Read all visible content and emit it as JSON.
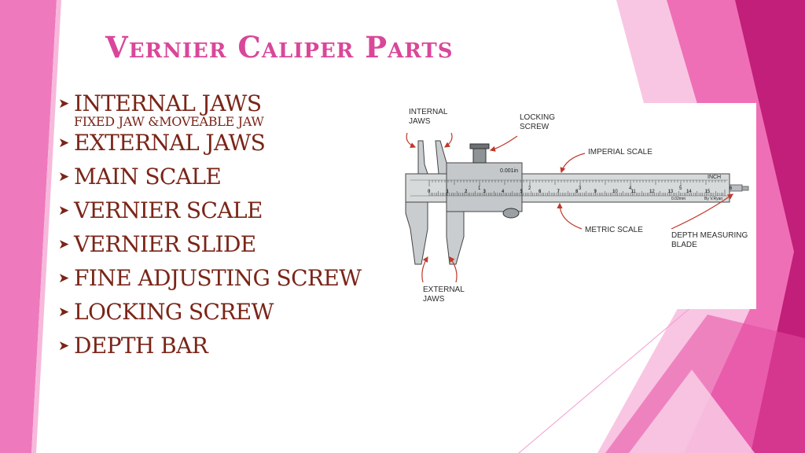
{
  "slide": {
    "title": "Vernier Caliper Parts",
    "bullets": [
      {
        "label": "INTERNAL JAWS",
        "sub": "FIXED JAW &MOVEABLE JAW"
      },
      {
        "label": "EXTERNAL JAWS"
      },
      {
        "label": "MAIN SCALE"
      },
      {
        "label": "VERNIER SCALE"
      },
      {
        "label": "VERNIER SLIDE"
      },
      {
        "label": "FINE ADJUSTING SCREW"
      },
      {
        "label": "LOCKING SCREW"
      },
      {
        "label": "DEPTH BAR"
      }
    ]
  },
  "diagram": {
    "labels": {
      "internal_jaws": "INTERNAL JAWS",
      "locking_screw": "LOCKING SCREW",
      "imperial_scale": "IMPERIAL SCALE",
      "metric_scale": "METRIC SCALE",
      "depth_blade": "DEPTH MEASURING BLADE",
      "external_jaws": "EXTERNAL JAWS",
      "inch_unit": "INCH",
      "vernier_reading": "0.001in",
      "metric_precision": "0.02mm",
      "credit": "By V.Ryan"
    },
    "metric_numbers": [
      "0",
      "1",
      "2",
      "3",
      "4",
      "5",
      "6",
      "7",
      "8",
      "9",
      "10",
      "11",
      "12",
      "13",
      "14",
      "15"
    ],
    "imperial_numbers": [
      "1",
      "2",
      "3",
      "4",
      "5",
      "6"
    ]
  },
  "colors": {
    "title": "#d9479a",
    "bullet_text": "#7a2518",
    "pink_light": "#f5a9d2",
    "pink_mid": "#ec6db3",
    "magenta": "#c21f7a",
    "arrow_red": "#c0392b"
  }
}
